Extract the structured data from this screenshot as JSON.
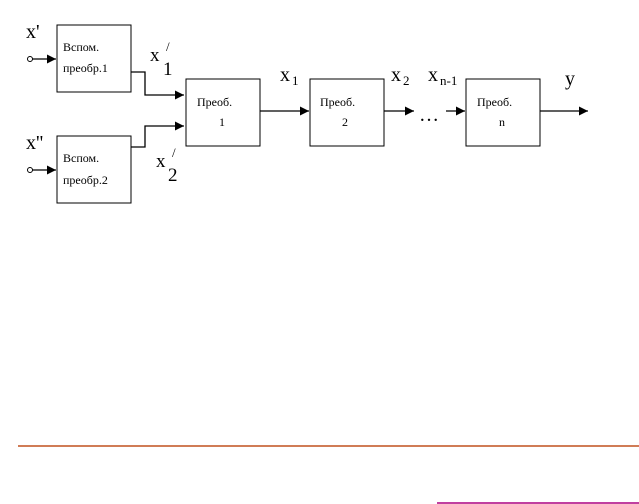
{
  "diagram": {
    "inputs": {
      "x_prime": "x'",
      "x_double_prime": "x''"
    },
    "aux_blocks": [
      {
        "line1": "Вспом.",
        "line2": "преобр.1"
      },
      {
        "line1": "Вспом.",
        "line2": "преобр.2"
      }
    ],
    "aux_outputs": [
      {
        "base": "x",
        "sup": "/",
        "sub": "1"
      },
      {
        "base": "x",
        "sup": "/",
        "sub": "2"
      }
    ],
    "blocks": [
      {
        "line1": "Преоб.",
        "line2": "1"
      },
      {
        "line1": "Преоб.",
        "line2": "2"
      },
      {
        "line1": "Преоб.",
        "line2": "n"
      }
    ],
    "signals": [
      {
        "base": "x",
        "sub": "1"
      },
      {
        "base": "x",
        "sub": "2"
      },
      {
        "base": "x",
        "sub": "n-1"
      }
    ],
    "ellipsis": "…",
    "output": "y"
  },
  "colors": {
    "line": "#000000",
    "divider": "#c0501e",
    "corner_accent": "#c040a0"
  }
}
